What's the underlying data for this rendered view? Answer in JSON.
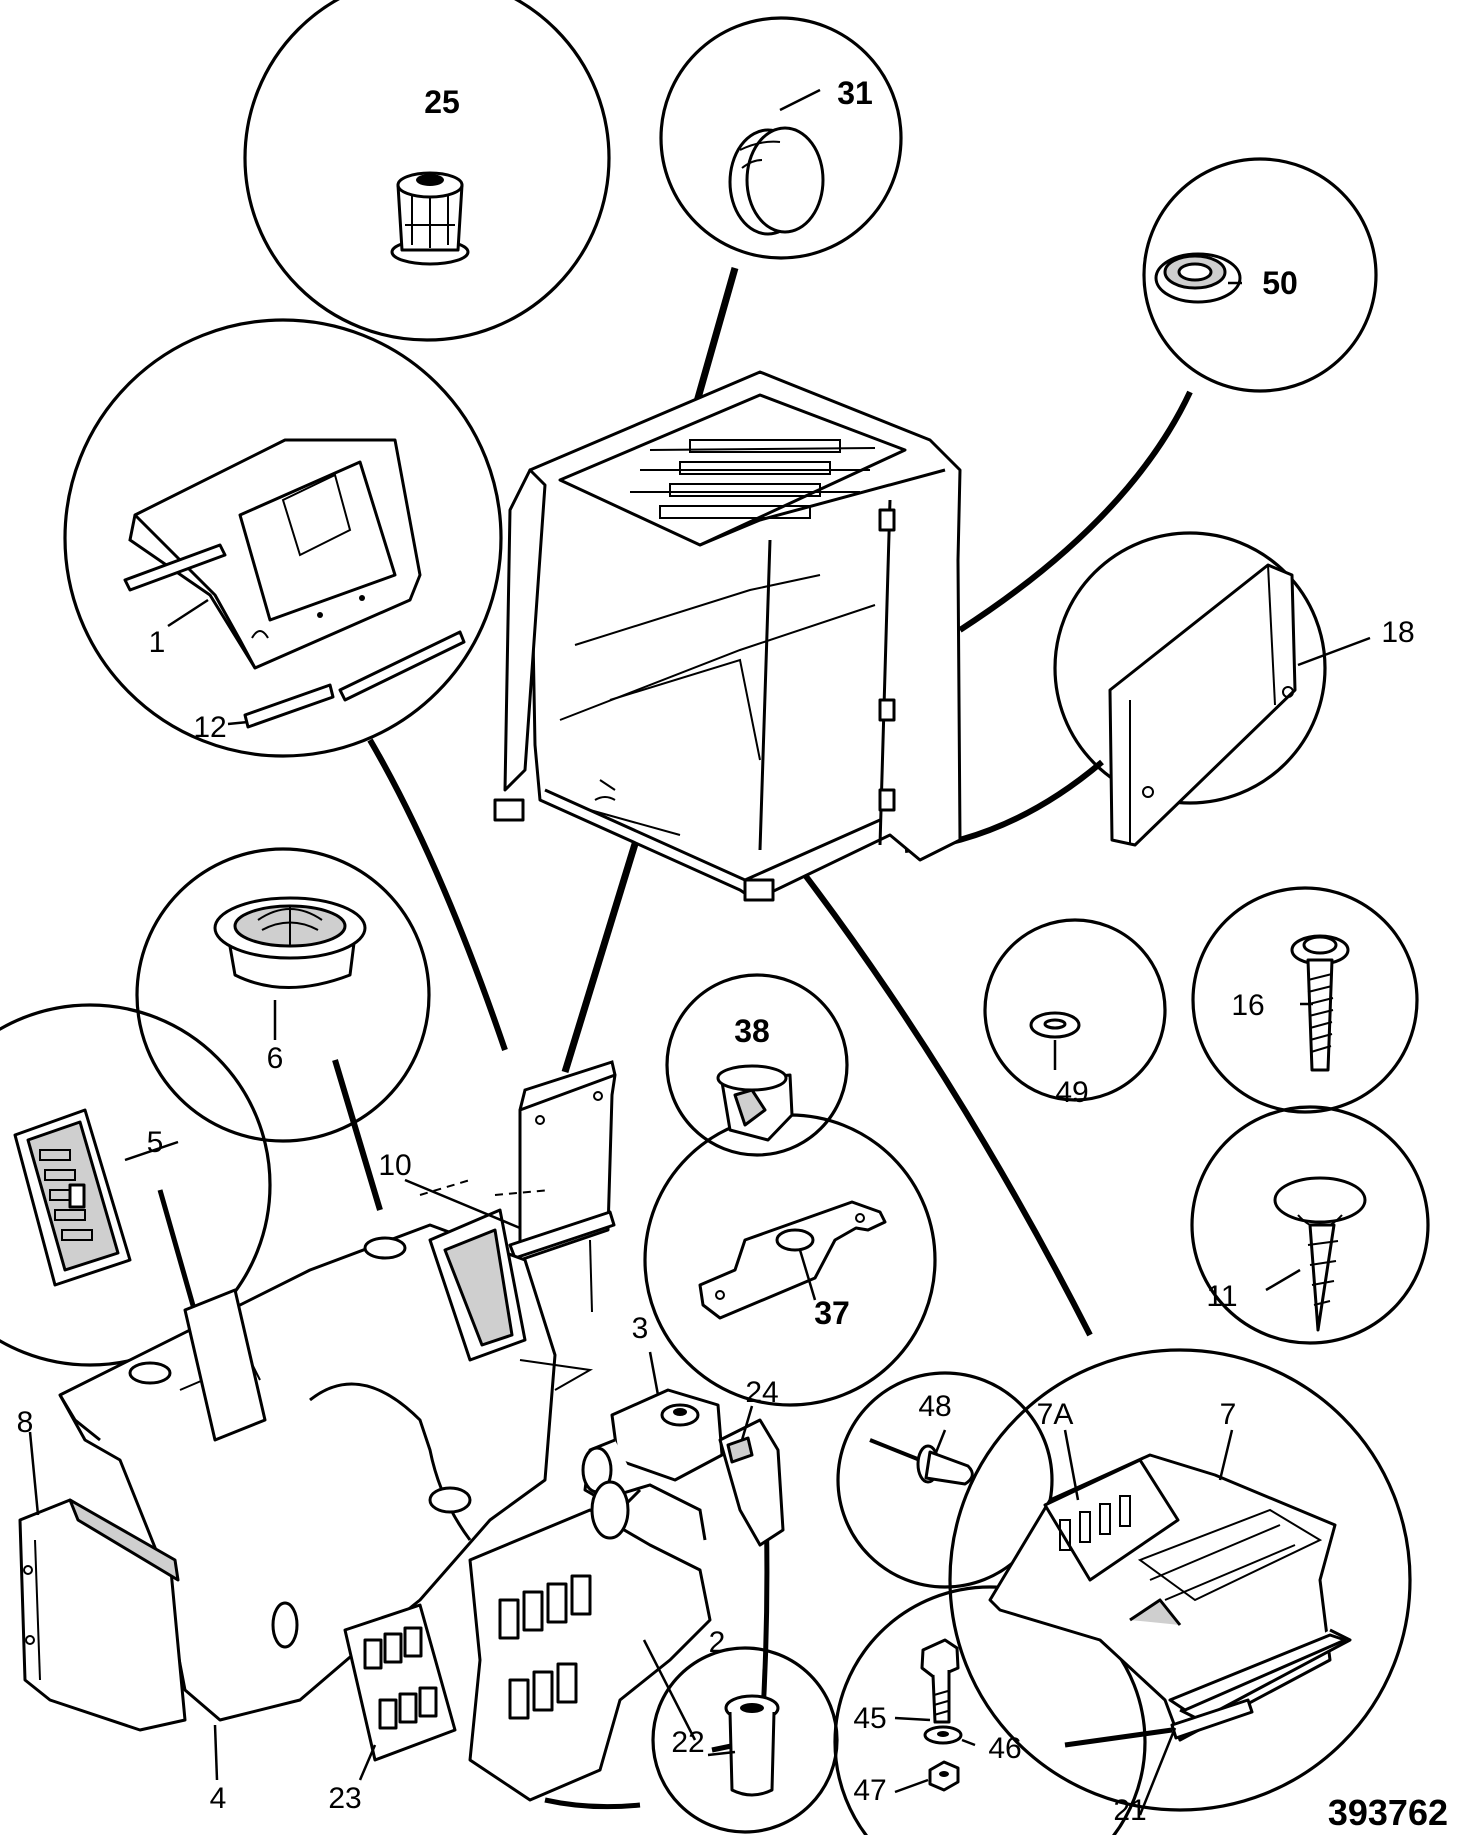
{
  "diagram": {
    "reference_number": "393762",
    "part_labels": {
      "p25": "25",
      "p31": "31",
      "p50": "50",
      "p1": "1",
      "p12": "12",
      "p18": "18",
      "p6": "6",
      "p16": "16",
      "p49": "49",
      "p38": "38",
      "p5": "5",
      "p10": "10",
      "p11": "11",
      "p37": "37",
      "p3": "3",
      "p24": "24",
      "p48": "48",
      "p7A": "7A",
      "p7": "7",
      "p8": "8",
      "p2": "2",
      "p22": "22",
      "p45": "45",
      "p46": "46",
      "p47": "47",
      "p21": "21",
      "p4": "4",
      "p23": "23"
    }
  }
}
